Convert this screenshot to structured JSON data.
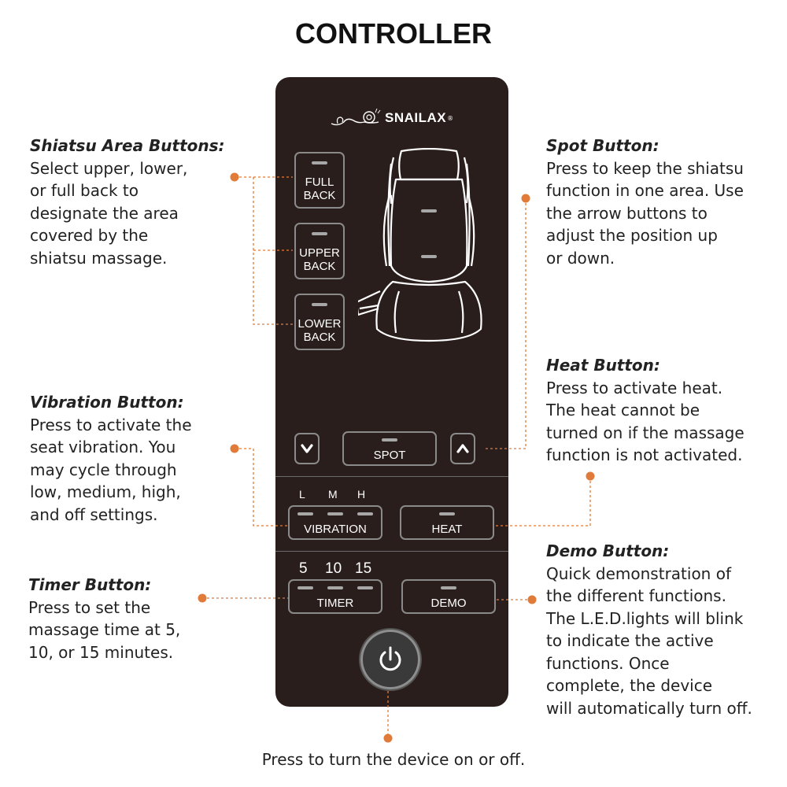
{
  "title": "CONTROLLER",
  "brand": {
    "name": "SNAILAX",
    "reg": "®"
  },
  "buttons": {
    "full_back": "FULL\nBACK",
    "upper_back": "UPPER\nBACK",
    "lower_back": "LOWER\nBACK",
    "spot": "SPOT",
    "vibration": "VIBRATION",
    "heat": "HEAT",
    "timer": "TIMER",
    "demo": "DEMO"
  },
  "vibration_levels": [
    "L",
    "M",
    "H"
  ],
  "timer_levels": [
    "5",
    "10",
    "15"
  ],
  "callouts": {
    "shiatsu": {
      "title": "Shiatsu Area Buttons:",
      "text": "Select upper, lower,\nor full back to\ndesignate the area\ncovered by the\nshiatsu massage."
    },
    "spot": {
      "title": "Spot Button:",
      "text": "Press to keep the shiatsu\nfunction in one area. Use\nthe arrow buttons to\nadjust the position up\nor down."
    },
    "heat": {
      "title": "Heat Button:",
      "text": "Press to activate heat.\nThe heat cannot be\nturned on if the massage\nfunction is not activated."
    },
    "vibration": {
      "title": "Vibration Button:",
      "text": "Press to activate the\nseat vibration. You\nmay cycle through\nlow, medium, high,\nand off settings."
    },
    "timer": {
      "title": "Timer Button:",
      "text": "Press to set the\nmassage time at 5,\n10, or 15 minutes."
    },
    "demo": {
      "title": "Demo Button:",
      "text": "Quick demonstration of\nthe different functions.\nThe L.E.D.lights will blink\nto indicate the active\nfunctions. Once\ncomplete, the device\nwill automatically turn off."
    }
  },
  "power_caption": "Press to turn the device on or off.",
  "colors": {
    "remote_body": "#2a1e1c",
    "accent_dot": "#e07b39",
    "led": "#a7a7a7",
    "button_border": "#8a8a8a"
  },
  "icons": {
    "down_arrow": "chevron-down-icon",
    "up_arrow": "chevron-up-icon",
    "power": "power-icon",
    "chair": "massage-seat-icon",
    "logo": "snail-logo-icon"
  }
}
